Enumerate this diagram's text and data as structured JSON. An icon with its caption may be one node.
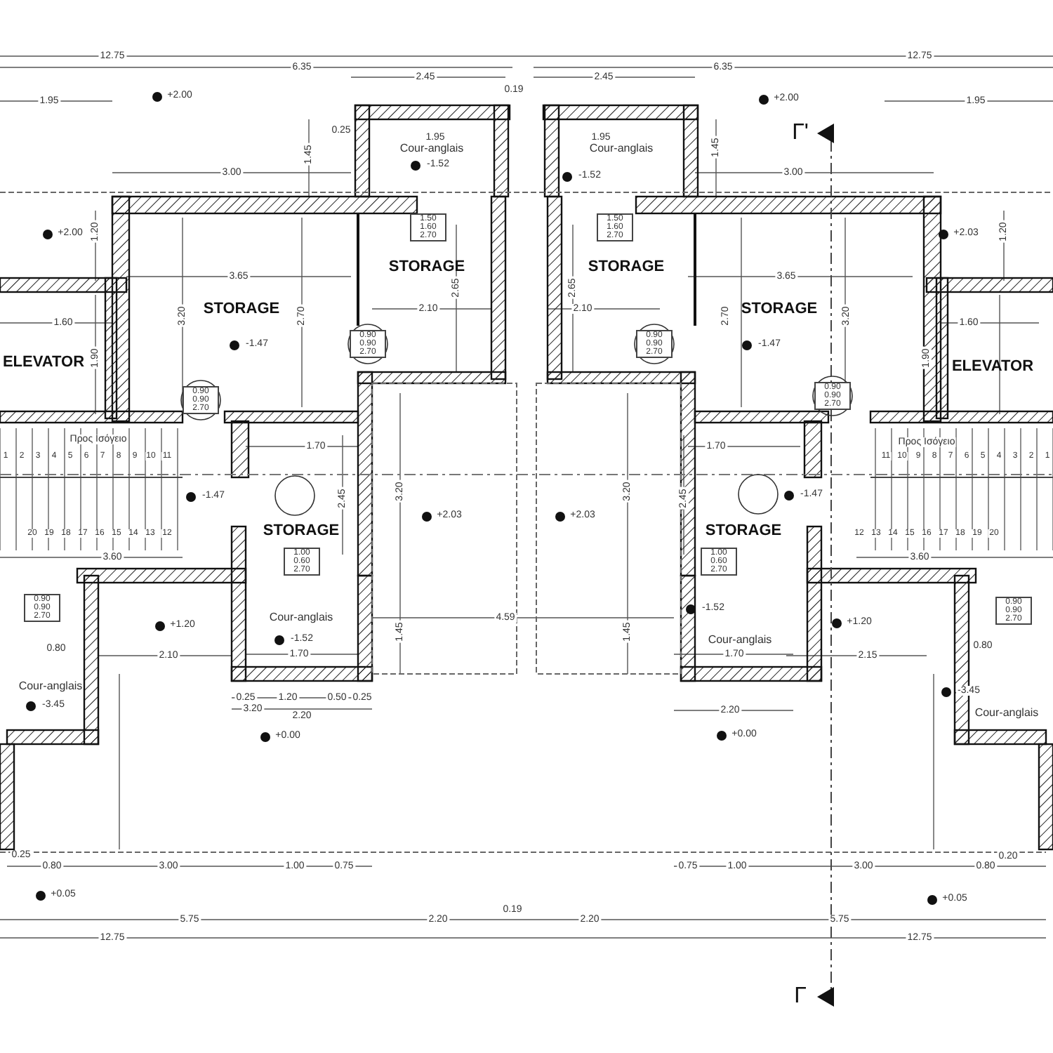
{
  "diagram": {
    "nodes": [
      {
        "text": [
          "Cour-anglais"
        ]
      },
      {
        "text": [
          "Cour-anglais"
        ]
      },
      {
        "text": [
          "STORAGE"
        ]
      },
      {
        "text": [
          "STORAGE"
        ]
      },
      {
        "text": [
          "STORAGE"
        ]
      },
      {
        "text": [
          "STORAGE"
        ]
      },
      {
        "text": [
          "ELEVATOR"
        ]
      },
      {
        "text": [
          "ELEVATOR"
        ]
      },
      {
        "text": [
          "STORAGE"
        ]
      },
      {
        "text": [
          "STORAGE"
        ]
      },
      {
        "text": [
          "Cour-anglais"
        ]
      },
      {
        "text": [
          "Cour-anglais"
        ]
      },
      {
        "text": [
          "Cour-anglais"
        ]
      },
      {
        "text": [
          "Cour-anglais"
        ]
      }
    ],
    "labels": [
      "12.75",
      "12.75",
      "6.35",
      "6.35",
      "2.45",
      "2.45",
      "0.19",
      "1.95",
      "+2.00",
      "+2.00",
      "1.95",
      "0.25",
      "1.45",
      "1.45",
      "3.00",
      "3.00",
      "1.95",
      "1.95",
      "-1.52",
      "-1.52",
      "+2.00",
      "+2.03",
      "1.50 1.60 2.70",
      "1.50 1.60 2.70",
      "3.65",
      "3.65",
      "2.10",
      "2.10",
      "0.90 0.90 2.70",
      "0.90 0.90 2.70",
      "-1.47",
      "-1.47",
      "1.60",
      "1.60",
      "0.90 0.90 2.70",
      "0.90 0.90 2.70",
      "Προς Ισόγειο",
      "Προς Ισόγειο",
      "1",
      "2",
      "3",
      "4",
      "5",
      "6",
      "7",
      "8",
      "9",
      "10",
      "11",
      "11",
      "10",
      "9",
      "8",
      "7",
      "6",
      "5",
      "4",
      "3",
      "2",
      "1",
      "20",
      "19",
      "18",
      "17",
      "16",
      "15",
      "14",
      "13",
      "12",
      "12",
      "13",
      "14",
      "15",
      "16",
      "17",
      "18",
      "19",
      "20",
      "-1.47",
      "-1.47",
      "3.60",
      "3.60",
      "1.70",
      "1.70",
      "1.00 0.60 2.70",
      "1.00 0.60 2.70",
      "+2.03",
      "+2.03",
      "4.59",
      "0.90 0.90 2.70",
      "0.90 0.90 2.70",
      "+1.20",
      "+1.20",
      "-1.52",
      "-1.52",
      "0.80",
      "2.10",
      "1.70",
      "1.70",
      "2.15",
      "0.80",
      "-3.45",
      "-3.45",
      "0.25",
      "1.20",
      "0.50",
      "0.25",
      "3.20",
      "2.20",
      "2.20",
      "+0.00",
      "+0.00",
      "0.25",
      "0.80",
      "3.00",
      "1.00",
      "0.75",
      "0.75",
      "1.00",
      "3.00",
      "0.80",
      "0.20",
      "+0.05",
      "+0.05",
      "5.75",
      "2.20",
      "0.19",
      "2.20",
      "5.75",
      "12.75",
      "12.75",
      "Γ'",
      "Γ",
      "3.20",
      "2.70",
      "2.65",
      "1.20",
      "1.90",
      "2.45",
      "3.20",
      "1.45",
      "2.70",
      "3.20",
      "2.65",
      "1.20",
      "1.90",
      "3.20",
      "2.45",
      "1.45"
    ]
  }
}
